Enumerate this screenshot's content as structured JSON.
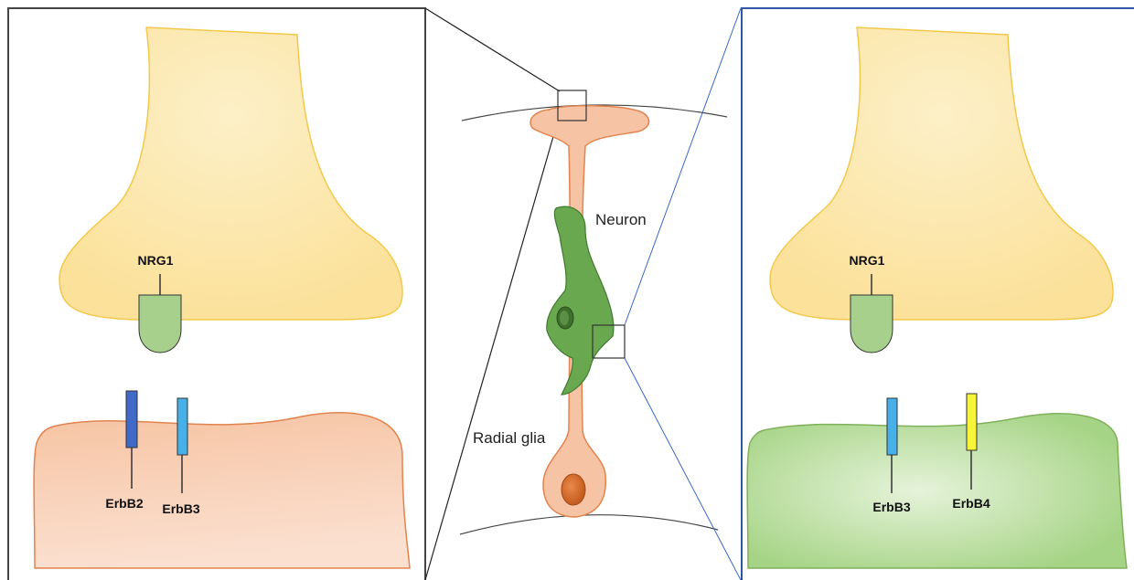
{
  "left_panel": {
    "ligand_label": "NRG1",
    "receptor_labels": [
      "ErbB2",
      "ErbB3"
    ]
  },
  "center": {
    "neuron_label": "Neuron",
    "glia_label": "Radial glia"
  },
  "right_panel": {
    "ligand_label": "NRG1",
    "receptor_labels": [
      "ErbB3",
      "ErbB4"
    ]
  },
  "colors": {
    "presynaptic_fill": "#fbe6a3",
    "presynaptic_stroke": "#f2c94c",
    "nrg1_fill": "#a8d08d",
    "glia_fill": "#f6c4a5",
    "glia_stroke": "#e1844f",
    "neuron_fill": "#6aa84f",
    "erbb2": "#4169c8",
    "erbb3": "#45b0ea",
    "erbb4": "#f6f53a",
    "left_border": "#444444",
    "right_border": "#2f55a4"
  }
}
